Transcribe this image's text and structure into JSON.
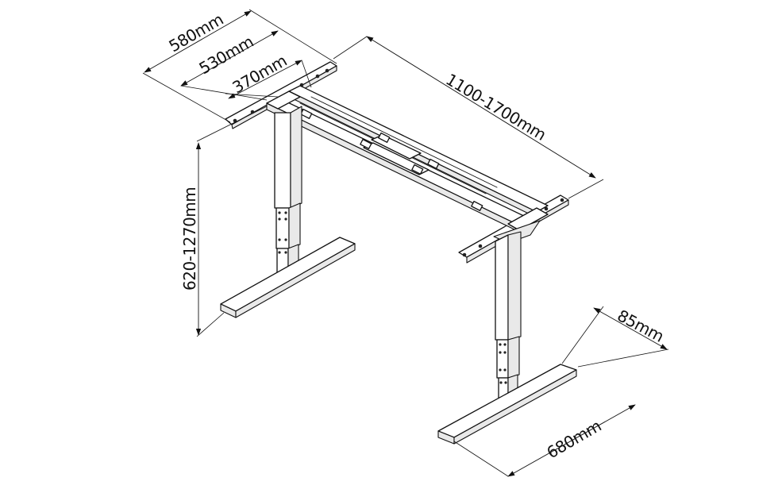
{
  "colors": {
    "line": "#111111",
    "background": "#ffffff",
    "shade": "#e9e9e9"
  },
  "dimensions": {
    "frame_depth_outer": "580mm",
    "frame_depth_mid": "530mm",
    "frame_depth_inner": "370mm",
    "frame_width_range": "1100-1700mm",
    "height_range": "620-1270mm",
    "foot_width": "85mm",
    "foot_length": "680mm"
  }
}
